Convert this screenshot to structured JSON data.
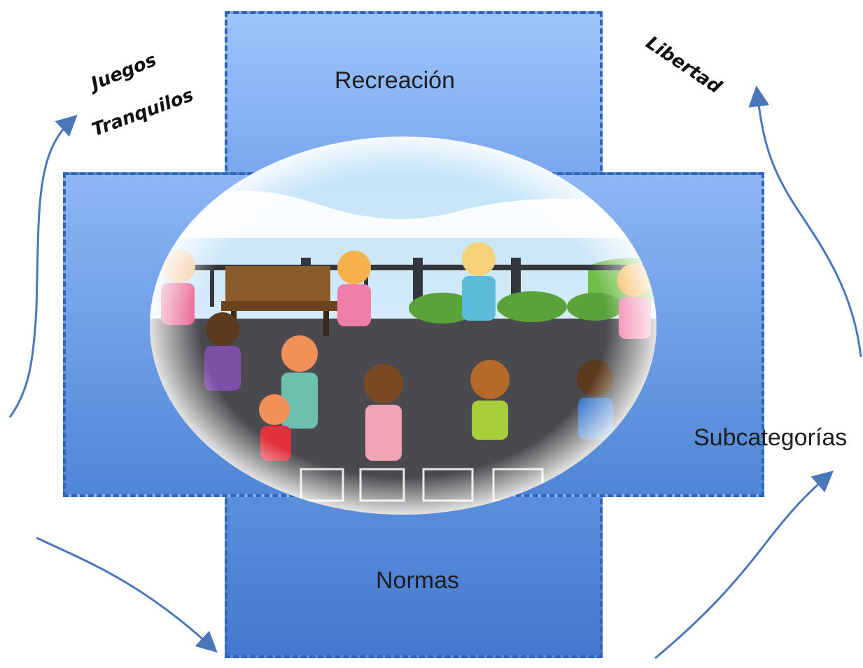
{
  "panels": {
    "top_label": "Recreación",
    "bottom_label": "Normas",
    "right_label": "Subcategorías"
  },
  "corner_labels": {
    "juegos": "Juegos",
    "tranquilos": "Tranquilos",
    "libertad": "Libertad"
  },
  "colors": {
    "panel_border": "#2f64b8",
    "arrow": "#4a77b8"
  },
  "illustration": {
    "icon": "children-playing-hopscotch-illustration"
  }
}
